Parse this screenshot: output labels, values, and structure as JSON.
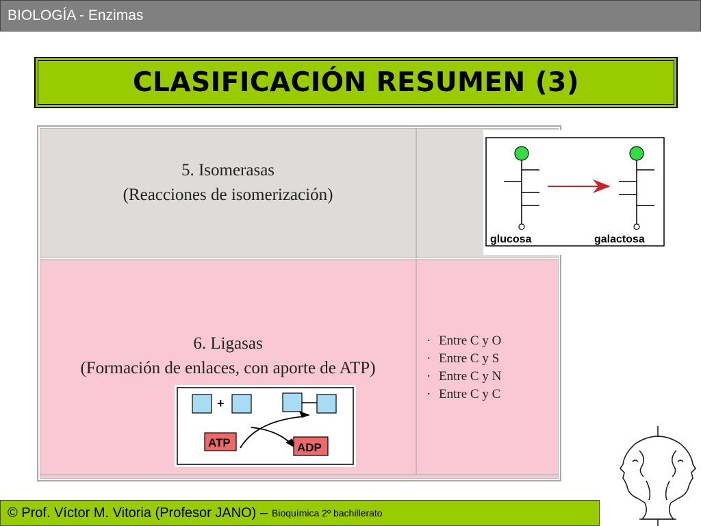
{
  "header": {
    "title": "BIOLOGÍA - Enzimas"
  },
  "slide": {
    "title": "CLASIFICACIÓN RESUMEN (3)"
  },
  "table": {
    "row1": {
      "line1": "5. Isomerasas",
      "line2": "(Reacciones de isomerización)",
      "diagram": {
        "left_label": "glucosa",
        "right_label": "galactosa"
      }
    },
    "row2": {
      "line1": "6. Ligasas",
      "line2": "(Formación de enlaces, con aporte de ATP)",
      "diagram": {
        "plus": "+",
        "atp": "ATP",
        "adp": "ADP"
      },
      "bullets": [
        "Entre C y O",
        "Entre C y S",
        "Entre C y N",
        "Entre C y C"
      ]
    }
  },
  "footer": {
    "main": "© Prof. Víctor M. Vitoria (Profesor JANO) –",
    "sub": "Bioquímica 2º bachillerato"
  },
  "colors": {
    "accent_green": "#99cc00",
    "header_gray": "#808080",
    "row_gray": "#dedbd8",
    "row_pink": "#f9c8d4",
    "arrow_red": "#c0282d"
  },
  "icons": {
    "logo": "jano-two-faced-head-icon"
  }
}
